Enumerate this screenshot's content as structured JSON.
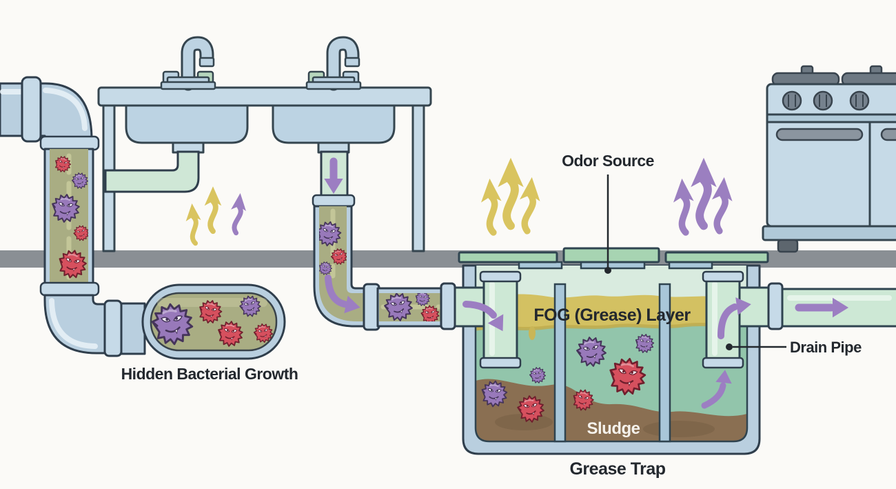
{
  "labels": {
    "hidden_bacterial_growth": "Hidden Bacterial Growth",
    "odor_source": "Odor Source",
    "fog_layer": "FOG (Grease) Layer",
    "sludge": "Sludge",
    "grease_trap": "Grease Trap",
    "drain_pipe": "Drain Pipe"
  },
  "colors": {
    "background": "#fbfaf7",
    "floor_gray": "#8a8f94",
    "pipe_blue": "#b9cfdf",
    "clean_pipe_green": "#cfe7d6",
    "murky_water_olive": "#a9ad83",
    "trap_water_pale": "#d9ebdf",
    "trap_water_green": "#92c5ab",
    "fog_layer_yellow": "#d3c162",
    "sludge_brown": "#8a6f52",
    "lid_green": "#a7d4b2",
    "bacteria_purple": "#9879ba",
    "bacteria_red": "#d6505e",
    "odor_arrow_yellow": "#d9c45f",
    "odor_arrow_purple": "#9b7fc0",
    "flow_arrow_purple": "#9c7ec2",
    "label_text": "#23282e",
    "sludge_label_text": "#f5f2ec"
  },
  "icons": {
    "bacteria": "spiky-germ-icon",
    "odor": "wavy-arrow-icon",
    "flow": "flow-arrow-icon"
  }
}
